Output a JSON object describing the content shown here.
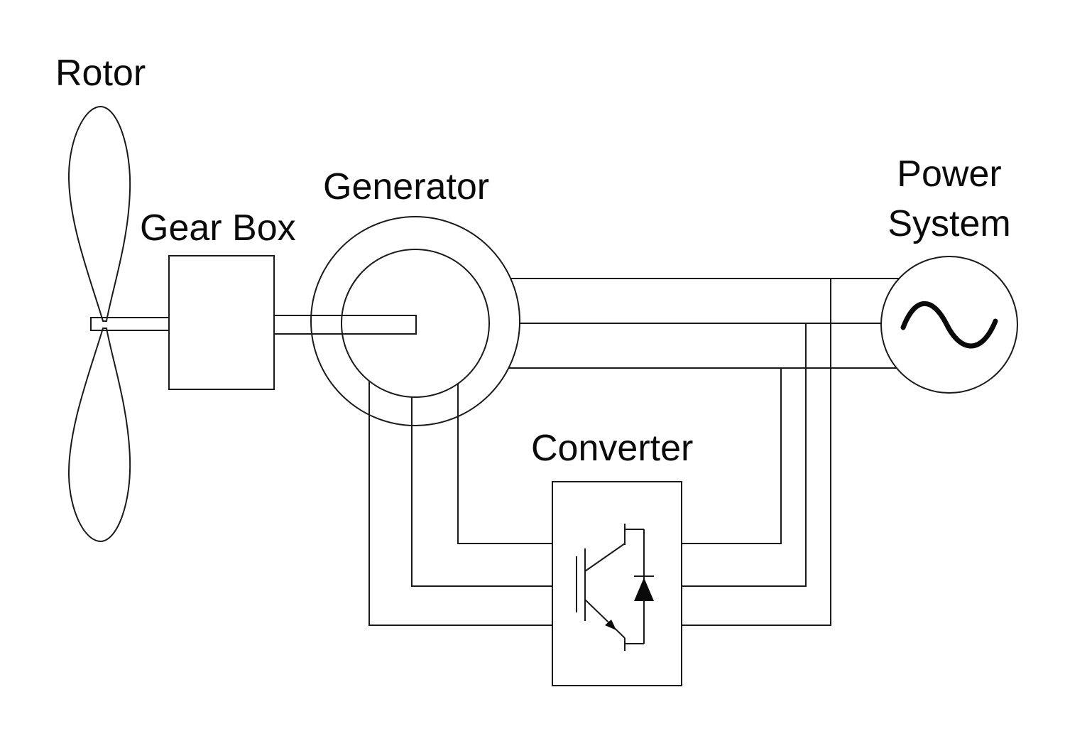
{
  "diagram": {
    "background": "#ffffff",
    "stroke_color": "#1a1a1a",
    "labels": {
      "rotor": "Rotor",
      "gear_box": "Gear Box",
      "generator": "Generator",
      "converter": "Converter",
      "power_line1": "Power",
      "power_line2": "System"
    },
    "components": [
      {
        "id": "rotor",
        "label": "Rotor",
        "type": "wind-turbine-blades"
      },
      {
        "id": "gear-box",
        "label": "Gear Box",
        "type": "rectangle-block"
      },
      {
        "id": "generator",
        "label": "Generator",
        "type": "concentric-circles"
      },
      {
        "id": "converter",
        "label": "Converter",
        "type": "igbt-converter-block"
      },
      {
        "id": "power-system",
        "label": "Power System",
        "type": "ac-source-circle"
      }
    ],
    "connections": [
      {
        "from": "rotor",
        "to": "gear-box",
        "via": "mechanical shaft"
      },
      {
        "from": "gear-box",
        "to": "generator",
        "via": "mechanical shaft"
      },
      {
        "from": "generator",
        "to": "power-system",
        "via": "three-phase stator lines"
      },
      {
        "from": "generator",
        "to": "converter",
        "via": "three-phase rotor lines"
      },
      {
        "from": "converter",
        "to": "power-system",
        "via": "three-phase grid lines"
      }
    ]
  }
}
